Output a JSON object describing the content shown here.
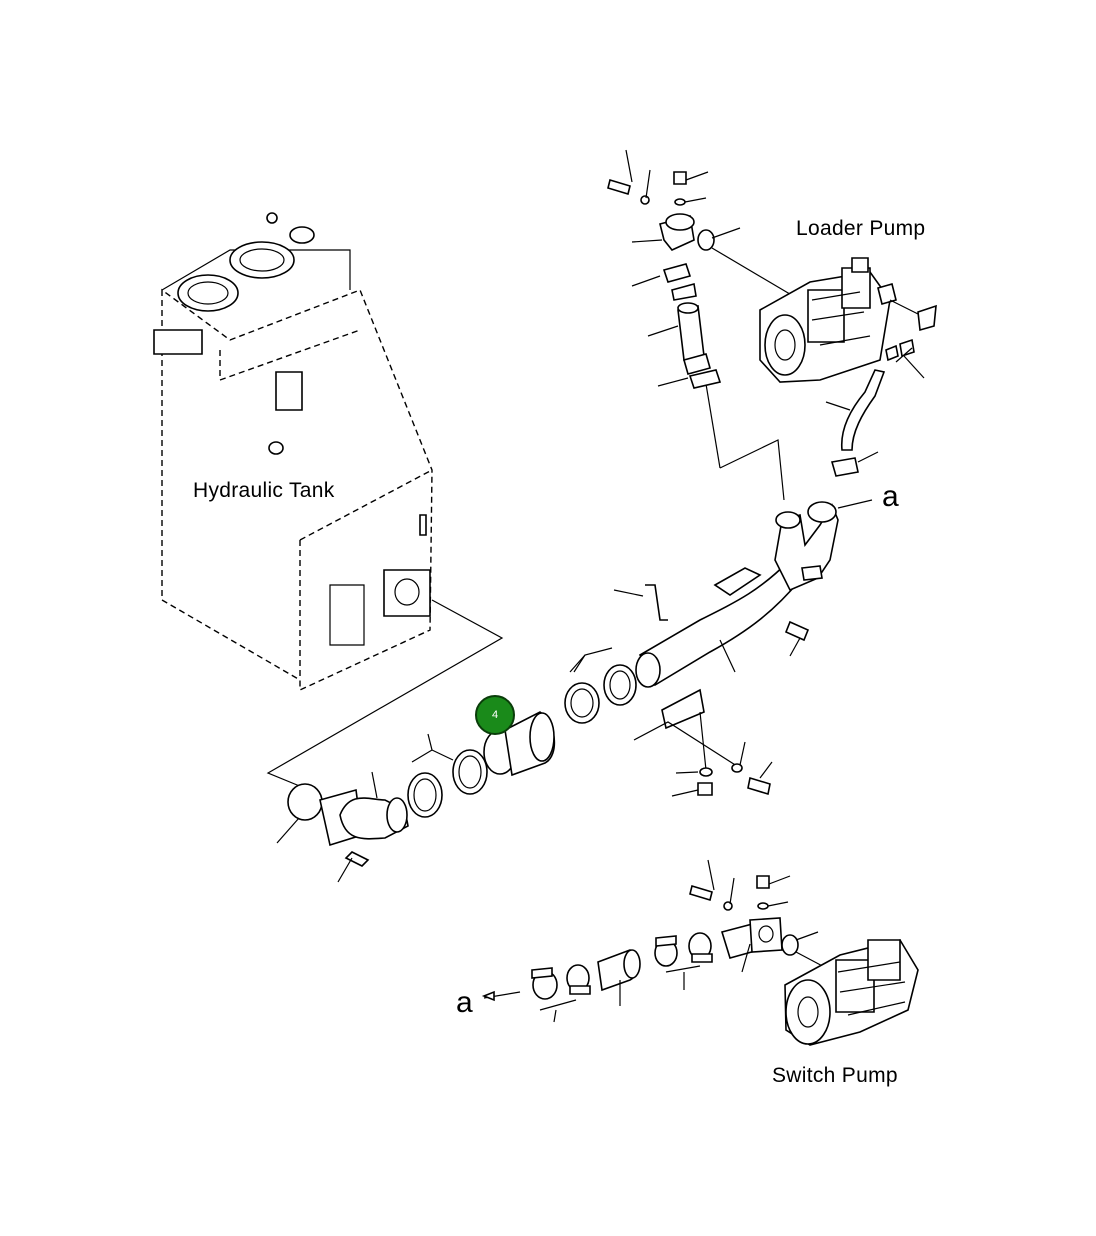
{
  "labels": {
    "hydraulic_tank": "Hydraulic Tank",
    "loader_pump": "Loader Pump",
    "switch_pump": "Switch Pump",
    "ref_a_top": "a",
    "ref_a_bottom": "a"
  },
  "callout": {
    "number": "4",
    "color": "#1a8a1a"
  }
}
